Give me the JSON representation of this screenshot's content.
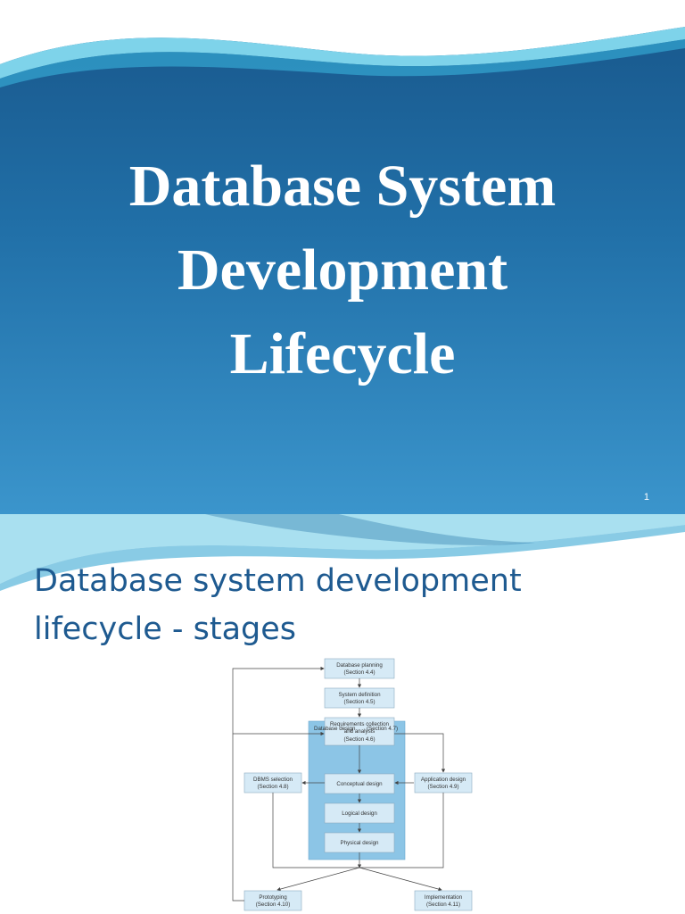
{
  "slide1": {
    "title_lines": [
      "Database System",
      "Development",
      "Lifecycle"
    ],
    "page_number": "1"
  },
  "slide2": {
    "title_lines": [
      "Database system development",
      "lifecycle - stages"
    ],
    "diagram": {
      "database_planning": [
        "Database planning",
        "(Section 4.4)"
      ],
      "system_definition": [
        "System definition",
        "(Section 4.5)"
      ],
      "requirements": [
        "Requirements collection",
        "and analysis",
        "(Section 4.6)"
      ],
      "database_design": [
        "Database design",
        "(Section 4.7)"
      ],
      "conceptual_design": "Conceptual design",
      "logical_design": "Logical design",
      "physical_design": "Physical design",
      "dbms_selection": [
        "DBMS selection",
        "(Section 4.8)"
      ],
      "application_design": [
        "Application design",
        "(Section 4.9)"
      ],
      "prototyping": [
        "Prototyping",
        "(Section 4.10)"
      ],
      "implementation": [
        "Implementation",
        "(Section 4.11)"
      ]
    }
  }
}
